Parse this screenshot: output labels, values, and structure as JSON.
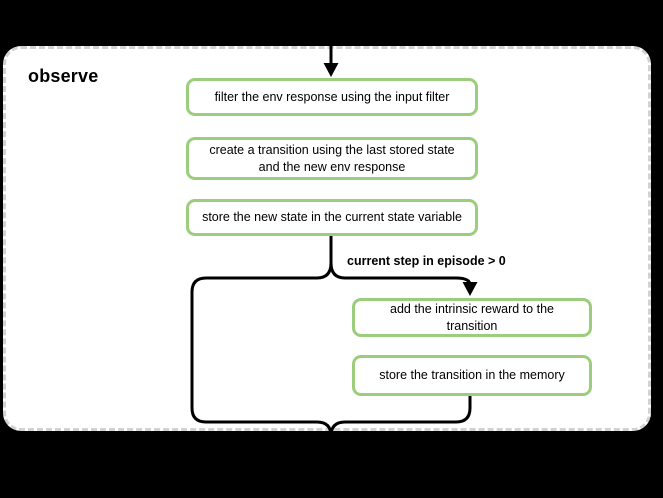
{
  "title": "observe",
  "colors": {
    "background": "#000000",
    "panel_background": "#ffffff",
    "panel_dashed_border": "#d2d2d2",
    "node_border_green": "#9bcd7c",
    "connector_line": "#000000",
    "text": "#000000"
  },
  "flow": {
    "steps": [
      "filter the env response using the input filter",
      "create a transition using the last stored state and the new env response",
      "store the new state in the current state variable"
    ],
    "condition_label": "current step in episode > 0",
    "branch_steps": [
      "add the intrinsic reward to the transition",
      "store the transition in the memory"
    ]
  }
}
